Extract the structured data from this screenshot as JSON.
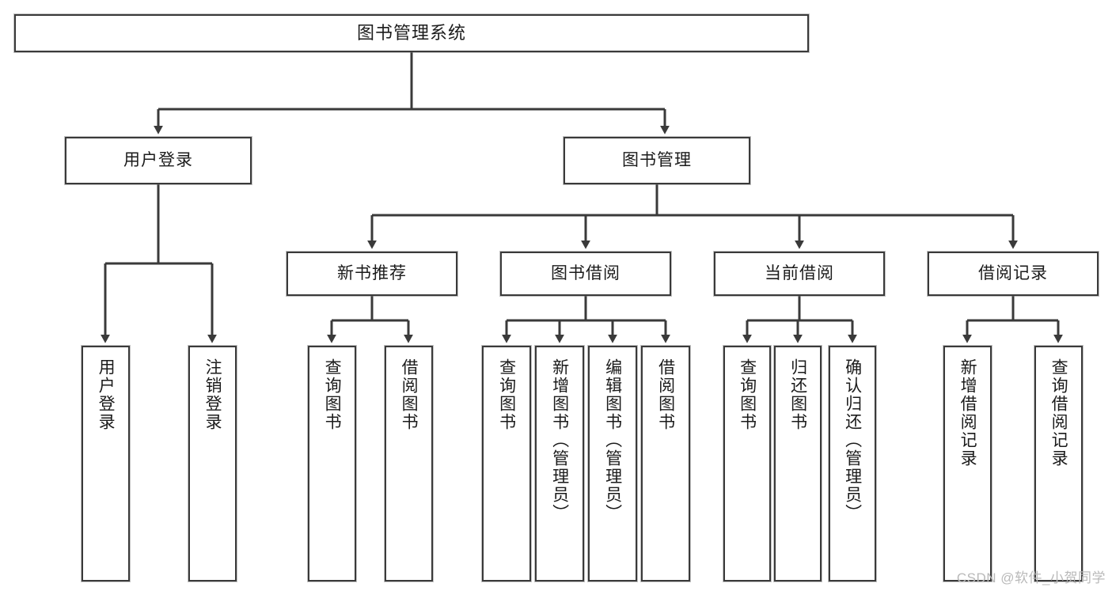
{
  "diagram": {
    "type": "tree",
    "title": "图书管理系统",
    "watermark": "CSDN @软件_小贺同学",
    "root": {
      "label": "图书管理系统"
    },
    "level2": [
      {
        "label": "用户登录"
      },
      {
        "label": "图书管理"
      }
    ],
    "level3": [
      {
        "label": "新书推荐"
      },
      {
        "label": "图书借阅"
      },
      {
        "label": "当前借阅"
      },
      {
        "label": "借阅记录"
      }
    ],
    "leaves": {
      "user_login": [
        {
          "label": "用户登录"
        },
        {
          "label": "注销登录"
        }
      ],
      "new_book": [
        {
          "label": "查询图书"
        },
        {
          "label": "借阅图书"
        }
      ],
      "book_borrow": [
        {
          "label": "查询图书"
        },
        {
          "label": "新增图书（管理员）"
        },
        {
          "label": "编辑图书（管理员）"
        },
        {
          "label": "借阅图书"
        }
      ],
      "current_borrow": [
        {
          "label": "查询图书"
        },
        {
          "label": "归还图书"
        },
        {
          "label": "确认归还（管理员）"
        }
      ],
      "borrow_record": [
        {
          "label": "新增借阅记录"
        },
        {
          "label": "查询借阅记录"
        }
      ]
    },
    "colors": {
      "border": "#3a3a3a",
      "background": "#ffffff",
      "text": "#1b1b1b",
      "watermark": "#b9b9b9"
    }
  }
}
